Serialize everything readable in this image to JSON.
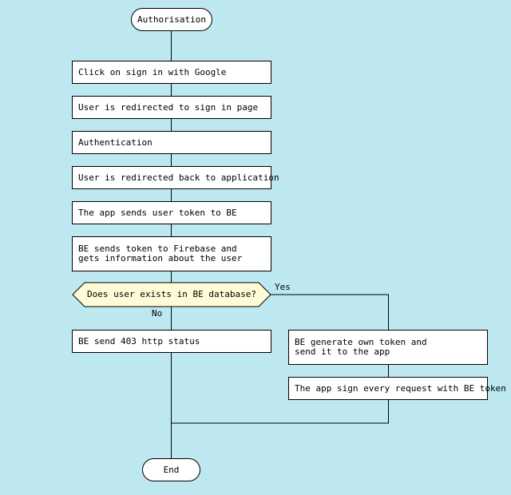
{
  "nodes": {
    "start": "Authorisation",
    "step1": "Click on sign in with Google",
    "step2": "User is redirected to sign in page",
    "step3": "Authentication",
    "step4": "User is redirected back to application",
    "step5": "The app sends user token to BE",
    "step6": "BE sends token to Firebase and\ngets information about the user",
    "decision": "Does user exists in BE database?",
    "no_branch": "BE send 403 http status",
    "yes_branch1": "BE generate own token and\nsend it to the app",
    "yes_branch2": "The app sign every request with BE token",
    "end": "End"
  },
  "labels": {
    "yes": "Yes",
    "no": "No"
  },
  "colors": {
    "background": "#bde8f0",
    "box_fill": "#ffffff",
    "decision_fill": "#fffbd6",
    "stroke": "#000000"
  }
}
